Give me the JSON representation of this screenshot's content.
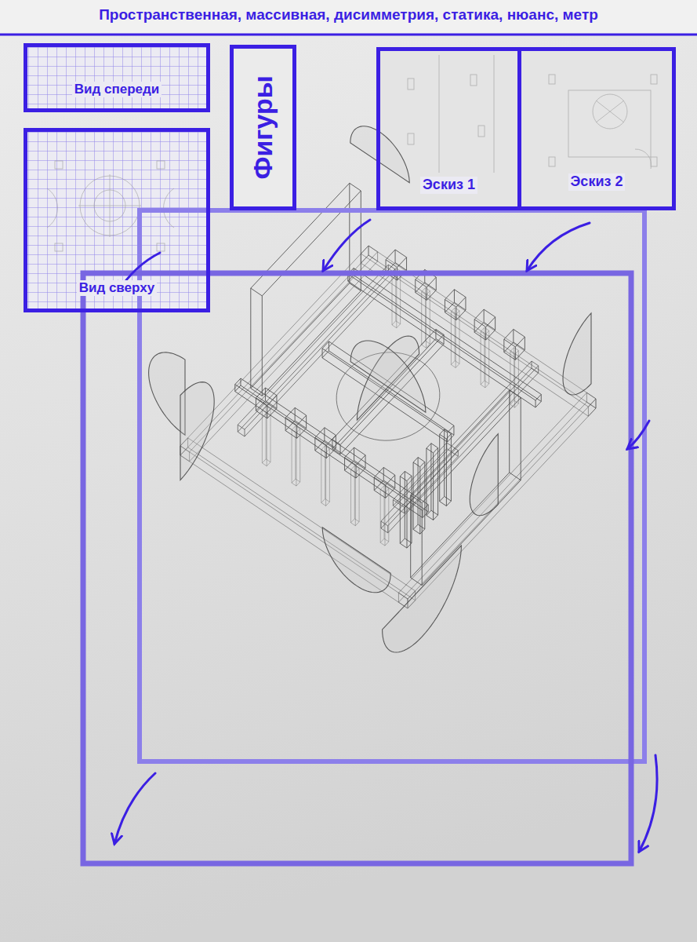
{
  "diagram": {
    "title": "Пространственная, массивная, дисимметрия, статика, нюанс, метр",
    "nodes": [
      {
        "text": [
          "Вид спереди"
        ]
      },
      {
        "text": [
          "Вид сверху"
        ]
      },
      {
        "text": [
          "Фигуры"
        ]
      },
      {
        "text": [
          "Эскиз 1"
        ]
      },
      {
        "text": [
          "Эскиз 2"
        ]
      }
    ]
  }
}
